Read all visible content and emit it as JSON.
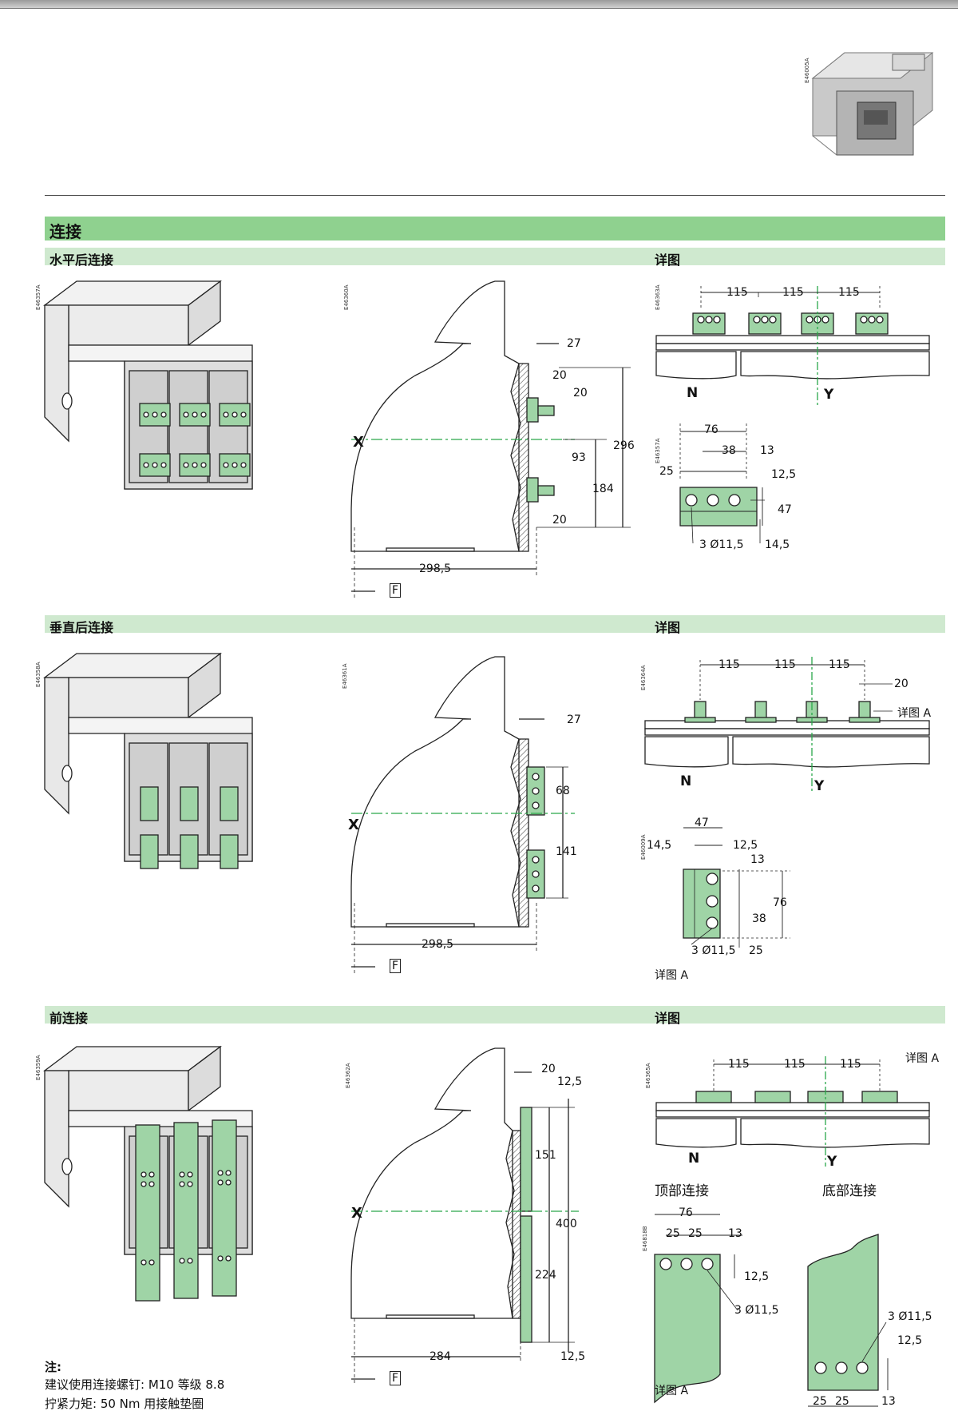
{
  "section_title": "连接",
  "rows": [
    {
      "title": "水平后连接",
      "detail": "详图",
      "codes": [
        "E46357A",
        "E46360A",
        "E46363A",
        "E46357A"
      ]
    },
    {
      "title": "垂直后连接",
      "detail": "详图",
      "codes": [
        "E46358A",
        "E46361A",
        "E46364A",
        "E46009A"
      ]
    },
    {
      "title": "前连接",
      "detail": "详图",
      "codes": [
        "E46359A",
        "E46362A",
        "E46365A",
        "E46818B"
      ]
    }
  ],
  "top_code": "E46005A",
  "side1": {
    "d27": "27",
    "d20a": "20",
    "d20b": "20",
    "d93": "93",
    "d296": "296",
    "d184": "184",
    "d20c": "20",
    "d2985": "298,5",
    "x": "X",
    "f": "F"
  },
  "det1": {
    "d115a": "115",
    "d115b": "115",
    "d115c": "115",
    "n": "N",
    "y": "Y",
    "d76": "76",
    "d38": "38",
    "d13": "13",
    "d25": "25",
    "d125": "12,5",
    "d47": "47",
    "holes": "3 Ø11,5",
    "d145": "14,5"
  },
  "side2": {
    "d27": "27",
    "d68": "68",
    "d141": "141",
    "d2985": "298,5",
    "x": "X",
    "f": "F"
  },
  "det2": {
    "d115a": "115",
    "d115b": "115",
    "d115c": "115",
    "d20": "20",
    "detA": "详图 A",
    "n": "N",
    "y": "Y",
    "d47": "47",
    "d145": "14,5",
    "d125": "12,5",
    "d13": "13",
    "d76": "76",
    "d38": "38",
    "holes": "3 Ø11,5",
    "d25": "25",
    "label": "详图 A"
  },
  "side3": {
    "d20": "20",
    "d125a": "12,5",
    "d151": "151",
    "d400": "400",
    "d224": "224",
    "d284": "284",
    "d125b": "12,5",
    "x": "X",
    "f": "F"
  },
  "det3": {
    "d115a": "115",
    "d115b": "115",
    "d115c": "115",
    "detA": "详图 A",
    "n": "N",
    "y": "Y",
    "top_title": "顶部连接",
    "bottom_title": "底部连接",
    "d76": "76",
    "d25a": "25",
    "d25b": "25",
    "d13": "13",
    "d125": "12,5",
    "holes": "3 Ø11,5",
    "label": "详图 A",
    "b_holes": "3 Ø11,5",
    "b_125": "12,5",
    "b_25a": "25",
    "b_25b": "25",
    "b_13": "13"
  },
  "notes": {
    "title": "注:",
    "line1": "建议使用连接螺钉: M10 等级 8.8",
    "line2": "拧紧力矩: 50 Nm 用接触垫圈"
  },
  "colors": {
    "band": "#8fd18f",
    "subband": "#cfe9cf",
    "busbar": "#9fd4a6",
    "axis": "#2aa84a"
  }
}
